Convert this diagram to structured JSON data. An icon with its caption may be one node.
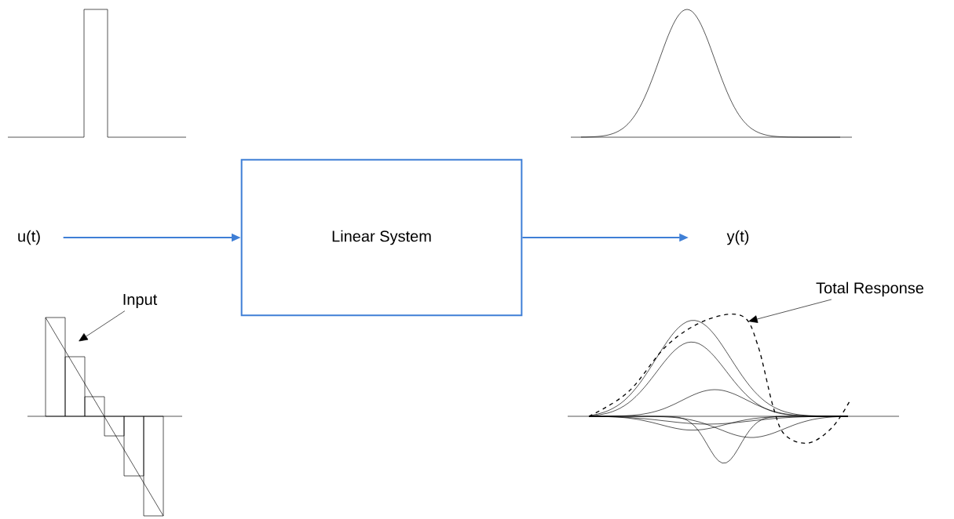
{
  "diagram": {
    "nodes": [
      {
        "text": [
          "u(t)"
        ]
      },
      {
        "text": [
          "Linear System"
        ]
      },
      {
        "text": [
          "y(t)"
        ]
      },
      {
        "text": [
          "Input"
        ]
      },
      {
        "text": [
          "Total Response"
        ]
      },
      {
        "text": [],
        "shape": "line"
      },
      {
        "text": [],
        "shape": "curve"
      }
    ],
    "edges": [
      {
        "from": 0,
        "to": 1,
        "arrow": "to",
        "color": "#3f7fd6"
      },
      {
        "from": 1,
        "to": 2,
        "arrow": "to",
        "color": "#3f7fd6"
      },
      {
        "from": 3,
        "to": 5,
        "arrow": "to",
        "color": "#000000"
      },
      {
        "from": 4,
        "to": 6,
        "arrow": "to",
        "color": "#000000"
      }
    ]
  }
}
